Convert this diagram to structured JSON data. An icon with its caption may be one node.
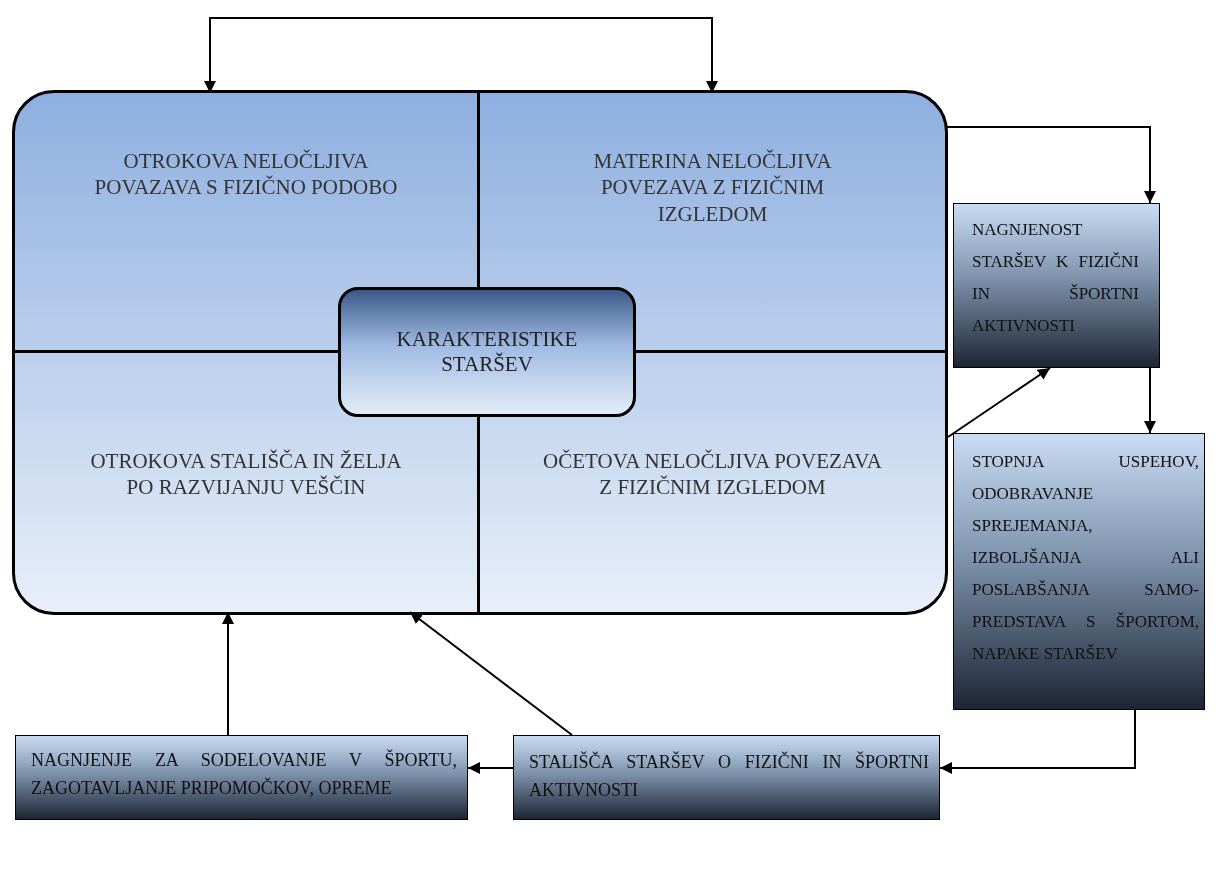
{
  "diagram": {
    "nodes": [
      {
        "text": [],
        "shape": "box"
      },
      {
        "text": [
          "OTROKOVA NELOČLJIVA POVAZAVA S FIZIČNO PODOBO"
        ],
        "in": 0
      },
      {
        "text": [
          "MATERINA NELOČLJIVA POVEZAVA Z FIZIČNIM IZGLEDOM"
        ],
        "in": 0
      },
      {
        "text": [
          "OTROKOVA STALIŠČA IN ŽELJA PO RAZVIJANJU VEŠČIN"
        ],
        "in": 0
      },
      {
        "text": [
          "OČETOVA NELOČLJIVA POVEZAVA Z FIZIČNIM IZGLEDOM"
        ],
        "in": 0
      },
      {
        "text": [
          "KARAKTERISTIKE STARŠEV"
        ],
        "in": 0
      },
      {
        "text": [
          "NAGNJENOST STARŠEV K FIZIČNI IN ŠPORTNI AKTIVNOSTI"
        ]
      },
      {
        "text": [
          "STOPNJA USPEHOV, ODOBRAVANJE SPREJEMANJA, IZBOLJŠANJA ALI POSLABŠANJA SAMO-PREDSTAVA S ŠPORTOM, NAPAKE STARŠEV"
        ]
      },
      {
        "text": [
          "NAGNJENJE ZA SODELOVANJE V ŠPORTU, ZAGOTAVLJANJE PRIPOMOČKOV, OPREME"
        ]
      },
      {
        "text": [
          "STALIŠČA STARŠEV O FIZIČNI IN ŠPORTNI AKTIVNOSTI"
        ]
      }
    ],
    "edges": [
      {
        "from": 1,
        "to": 2,
        "arrow": "both"
      },
      {
        "from": 2,
        "to": 6,
        "arrow": "to"
      },
      {
        "from": 0,
        "to": 6,
        "arrow": "to"
      },
      {
        "from": 6,
        "to": 7,
        "arrow": "to"
      },
      {
        "from": 7,
        "to": 9,
        "arrow": "to"
      },
      {
        "from": 9,
        "to": 8,
        "arrow": "to"
      },
      {
        "from": 9,
        "to": 3,
        "arrow": "to"
      },
      {
        "from": 8,
        "to": 3,
        "arrow": "to"
      }
    ]
  }
}
